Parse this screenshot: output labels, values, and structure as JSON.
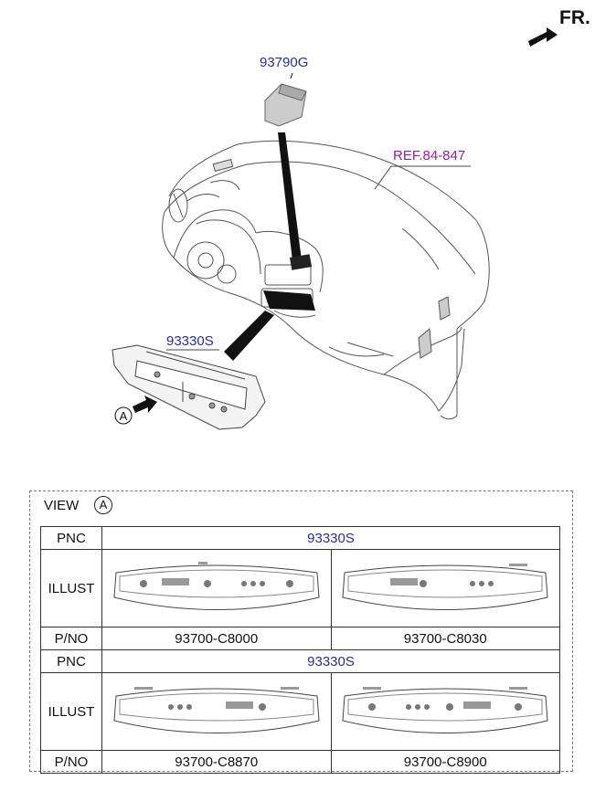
{
  "orientation": {
    "text": "FR.",
    "arrow_icon": "forward-arrow-icon"
  },
  "callouts": {
    "module": "93790G",
    "reference": "REF.84-847",
    "controller": "93330S",
    "view_marker": "A"
  },
  "colors": {
    "part_number": "#2a2aa8",
    "reference": "#a01a9e",
    "line": "#333333"
  },
  "view": {
    "title": "VIEW",
    "marker": "A",
    "rows": [
      {
        "pnc_label": "PNC",
        "pnc": "93330S",
        "illust_label": "ILLUST",
        "pno_label": "P/NO",
        "parts": [
          "93700-C8000",
          "93700-C8030"
        ]
      },
      {
        "pnc_label": "PNC",
        "pnc": "93330S",
        "illust_label": "ILLUST",
        "pno_label": "P/NO",
        "parts": [
          "93700-C8870",
          "93700-C8900"
        ]
      }
    ]
  }
}
